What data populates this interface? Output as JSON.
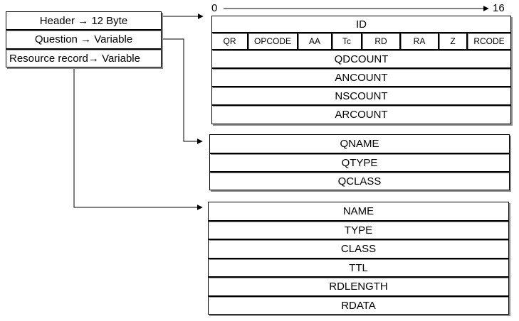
{
  "legend": {
    "rows": [
      {
        "label": "Header",
        "arrow": "→",
        "size": "12 Byte"
      },
      {
        "label": "Question",
        "arrow": "→",
        "size": "Variable"
      },
      {
        "label": "Resource record",
        "arrow": "→",
        "size": "Variable"
      }
    ]
  },
  "scale": {
    "start": "0",
    "end": "16"
  },
  "header_section": {
    "id": "ID",
    "flags": [
      "QR",
      "OPCODE",
      "AA",
      "Tc",
      "RD",
      "RA",
      "Z",
      "RCODE"
    ],
    "counts": [
      "QDCOUNT",
      "ANCOUNT",
      "NSCOUNT",
      "ARCOUNT"
    ]
  },
  "question_section": {
    "fields": [
      "QNAME",
      "QTYPE",
      "QCLASS"
    ]
  },
  "resource_record_section": {
    "fields": [
      "NAME",
      "TYPE",
      "CLASS",
      "TTL",
      "RDLENGTH",
      "RDATA"
    ]
  }
}
